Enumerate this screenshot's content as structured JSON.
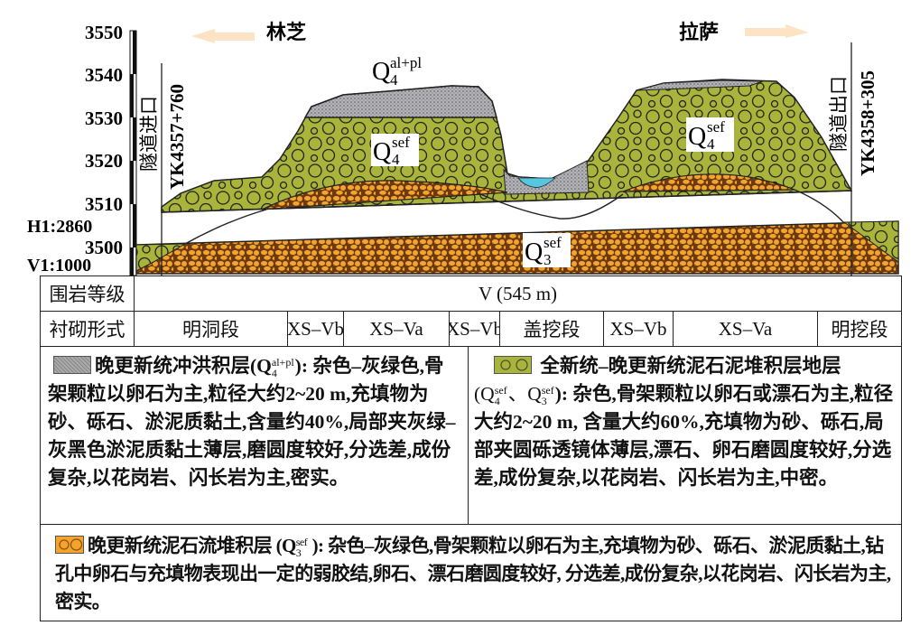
{
  "section": {
    "direction_left": "林芝",
    "direction_right": "拉萨",
    "elevation_ticks": [
      "3550",
      "3540",
      "3530",
      "3520",
      "3510",
      "3500"
    ],
    "h_scale": "H1:2860",
    "v_scale": "V1:1000",
    "entrance_label": "隧道进口",
    "entrance_chainage": "YK4357+760",
    "exit_label": "隧道出口",
    "exit_chainage": "YK4358+305",
    "layer_labels": {
      "alpl": {
        "q": "Q",
        "sup": "al+pl",
        "sub": "4"
      },
      "q4sef_left": {
        "q": "Q",
        "sup": "sef",
        "sub": "4"
      },
      "q4sef_right": {
        "q": "Q",
        "sup": "sef",
        "sub": "4"
      },
      "q3sef": {
        "q": "Q",
        "sup": "sef",
        "sub": "3"
      }
    },
    "colors": {
      "green": "#a9b53a",
      "orange": "#f4a42a",
      "gray": "#a7a7ab",
      "water": "#55c8e0",
      "arrow": "#fbe3c4"
    }
  },
  "table": {
    "row1_label": "围岩等级",
    "row1_value": "V (545 m)",
    "row2_label": "衬砌形式",
    "row2_cells": [
      "明洞段",
      "XS–Vb",
      "XS–Va",
      "XS–Vb",
      "盖挖段",
      "XS–Vb",
      "XS–Va",
      "明挖段"
    ]
  },
  "legend": {
    "alpl": {
      "title": "晚更新统冲洪积层(Q",
      "sup": "al+pl",
      "sub": "4",
      "text": "): 杂色–灰绿色,骨架颗粒以卵石为主,粒径大约2~20 m,充填物为砂、砾石、淤泥质黏土,含量约40%,局部夹灰绿–灰黑色淤泥质黏土薄层,磨圆度较好,分选差,成份复杂,以花岗岩、闪长岩为主,密实。"
    },
    "sef": {
      "title": "全新统–晚更新统泥石泥堆积层地层",
      "open": "(Q",
      "sup1": "sef",
      "sub1": "4",
      "sep": "、Q",
      "sup2": "sef",
      "sub2": "3",
      "text": "): 杂色,骨架颗粒以卵石或漂石为主,粒径大约2~20 m, 含量大约60%,充填物为砂、砾石,局部夹圆砾透镜体薄层,漂石、卵石磨圆度较好,分选差,成份复杂,以花岗岩、闪长岩为主,中密。"
    },
    "q3": {
      "title": "晚更新统泥石流堆积层 (Q",
      "sup": "sef",
      "sub": "3",
      "text": " ): 杂色–灰绿色,骨架颗粒以卵石为主,充填物为砂、砾石、淤泥质黏土,钻孔中卵石与充填物表现出一定的弱胶结,卵石、漂石磨圆度较好, 分选差,成份复杂,以花岗岩、闪长岩为主,密实。"
    }
  }
}
